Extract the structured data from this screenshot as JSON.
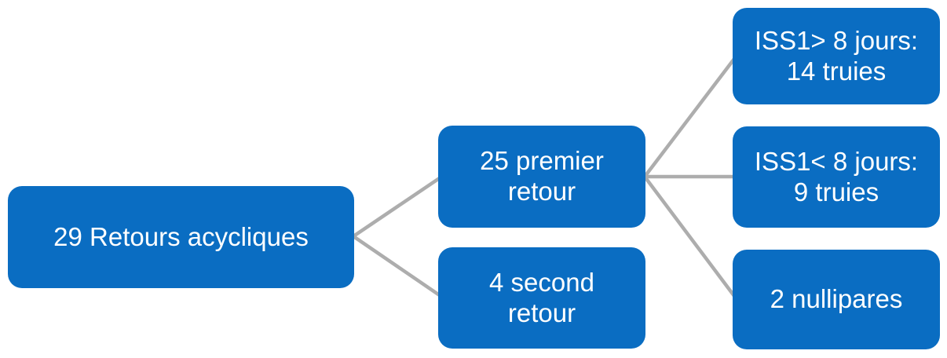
{
  "diagram": {
    "colors": {
      "node_fill": "#0a6dc2",
      "node_text": "#ffffff",
      "connector": "#adadad",
      "background": "#ffffff"
    },
    "nodes": [
      {
        "id": "retours-acycliques",
        "lines": [
          "29 Retours acycliques"
        ]
      },
      {
        "id": "premier-retour",
        "lines": [
          "25 premier",
          "retour"
        ]
      },
      {
        "id": "second-retour",
        "lines": [
          "4 second",
          "retour"
        ]
      },
      {
        "id": "iss1-sup-8-jours",
        "lines": [
          "ISS1> 8 jours:",
          "14 truies"
        ]
      },
      {
        "id": "iss1-inf-8-jours",
        "lines": [
          "ISS1< 8 jours:",
          "9 truies"
        ]
      },
      {
        "id": "nullipares",
        "lines": [
          "2 nullipares"
        ]
      }
    ],
    "edges": [
      {
        "from": "retours-acycliques",
        "to": "premier-retour"
      },
      {
        "from": "retours-acycliques",
        "to": "second-retour"
      },
      {
        "from": "premier-retour",
        "to": "iss1-sup-8-jours"
      },
      {
        "from": "premier-retour",
        "to": "iss1-inf-8-jours"
      },
      {
        "from": "premier-retour",
        "to": "nullipares"
      }
    ]
  }
}
